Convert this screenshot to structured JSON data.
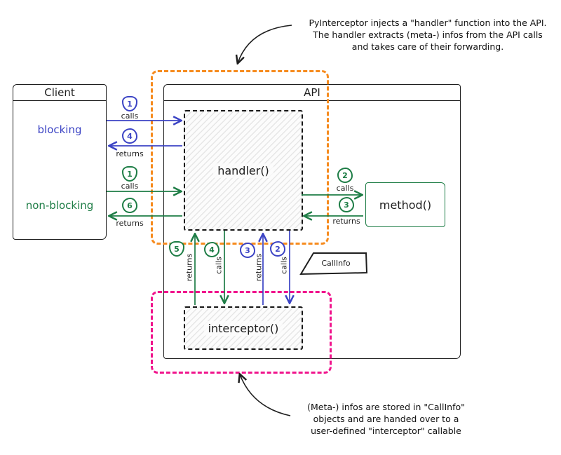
{
  "colors": {
    "blue": "#3b43c4",
    "green": "#1e7d46",
    "orange": "#f68b1e",
    "pink": "#f0148c",
    "ink": "#1e1e1e"
  },
  "annotations": {
    "top": {
      "lines": [
        "PyInterceptor injects a \"handler\" function into the API.",
        "The handler extracts (meta-) infos from the API calls",
        "and takes care of their forwarding."
      ]
    },
    "bottom": {
      "lines": [
        "(Meta-) infos are stored in \"CallInfo\"",
        "objects and are handed over to a",
        "user-defined \"interceptor\" callable"
      ]
    }
  },
  "client": {
    "title": "Client",
    "items": [
      {
        "label": "blocking",
        "color": "blue"
      },
      {
        "label": "non-blocking",
        "color": "green"
      }
    ]
  },
  "api": {
    "title": "API"
  },
  "boxes": {
    "handler": "handler()",
    "method": "method()",
    "interceptor": "interceptor()",
    "callinfo": "CallInfo"
  },
  "flows": [
    {
      "badge": "1",
      "label": "calls",
      "color": "blue",
      "desc": "client calls handler (blocking)"
    },
    {
      "badge": "4",
      "label": "returns",
      "color": "blue",
      "desc": "handler returns to client (blocking)"
    },
    {
      "badge": "1",
      "label": "calls",
      "color": "green",
      "desc": "client calls handler (non-blocking)"
    },
    {
      "badge": "6",
      "label": "returns",
      "color": "green",
      "desc": "handler returns to client (non-blocking)"
    },
    {
      "badge": "2",
      "label": "calls",
      "color": "green",
      "desc": "handler calls method"
    },
    {
      "badge": "3",
      "label": "returns",
      "color": "green",
      "desc": "method returns to handler"
    },
    {
      "badge": "5",
      "label": "returns",
      "color": "green",
      "desc": "interceptor returns to handler"
    },
    {
      "badge": "4",
      "label": "calls",
      "color": "green",
      "desc": "handler calls interceptor"
    },
    {
      "badge": "3",
      "label": "returns",
      "color": "blue",
      "desc": "interceptor returns to handler"
    },
    {
      "badge": "2",
      "label": "calls",
      "color": "blue",
      "desc": "handler calls interceptor"
    }
  ]
}
